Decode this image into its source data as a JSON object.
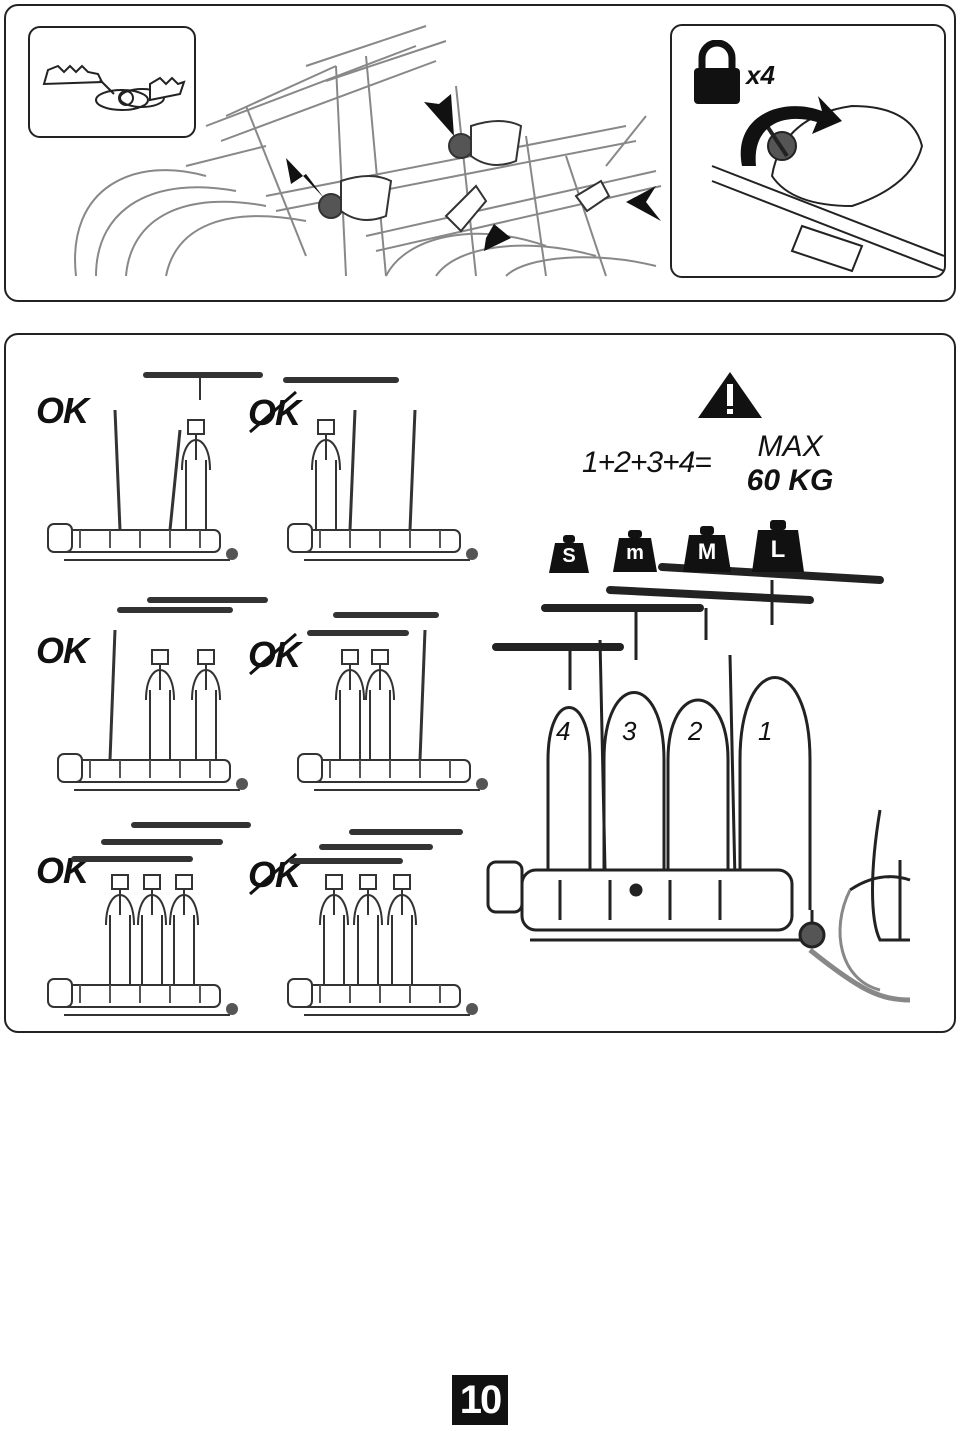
{
  "top_panel": {
    "lock_multiplier": "x4"
  },
  "bottom_panel": {
    "configurations": [
      {
        "label": "OK",
        "crossed": false
      },
      {
        "label": "OK",
        "crossed": true
      },
      {
        "label": "OK",
        "crossed": false
      },
      {
        "label": "OK",
        "crossed": true
      },
      {
        "label": "OK",
        "crossed": false
      },
      {
        "label": "OK",
        "crossed": true
      }
    ],
    "warning": {
      "formula": "1+2+3+4=",
      "max_label": "MAX",
      "max_value": "60 KG"
    },
    "weights": [
      "S",
      "m",
      "M",
      "L"
    ],
    "positions": [
      "4",
      "3",
      "2",
      "1"
    ]
  },
  "page_number": "10"
}
